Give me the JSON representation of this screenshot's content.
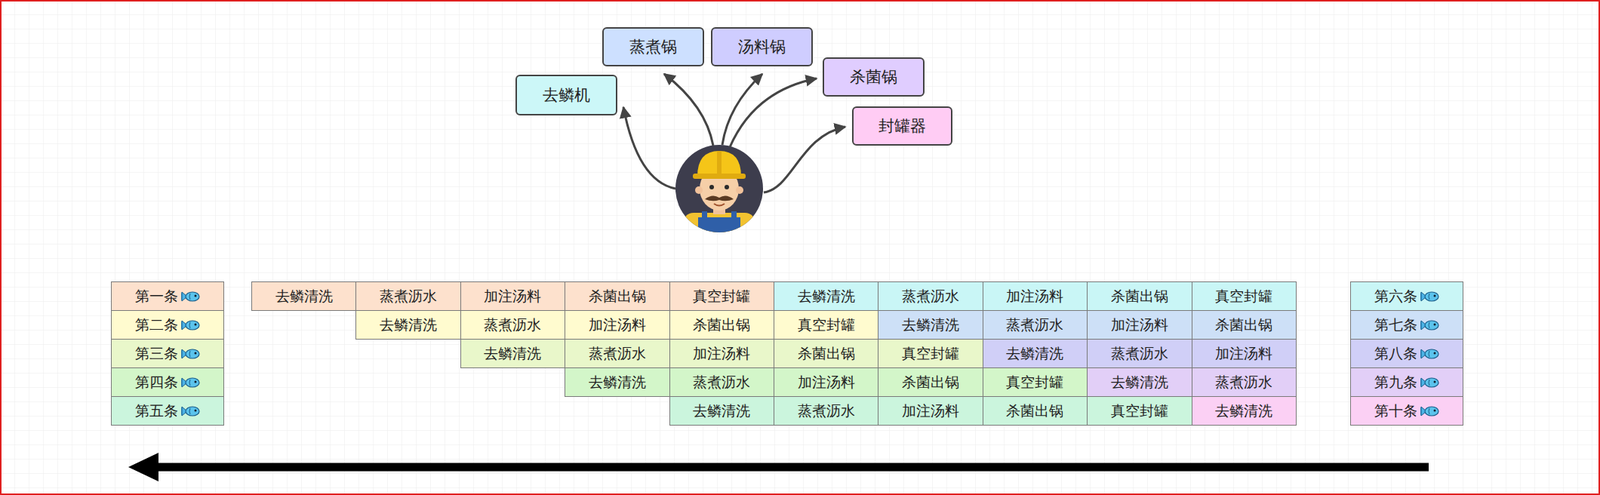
{
  "diagram": {
    "nodes": [
      {
        "text": [
          "去鳞机"
        ]
      },
      {
        "text": [
          "蒸煮锅"
        ]
      },
      {
        "text": [
          "汤料锅"
        ]
      },
      {
        "text": [
          "杀菌锅"
        ]
      },
      {
        "text": [
          "封罐器"
        ]
      },
      {
        "text": [
          "第一条"
        ]
      },
      {
        "text": [
          "去鳞清洗"
        ]
      },
      {
        "text": [
          "蒸煮沥水"
        ]
      },
      {
        "text": [
          "加注汤料"
        ]
      },
      {
        "text": [
          "杀菌出锅"
        ]
      },
      {
        "text": [
          "真空封罐"
        ]
      },
      {
        "text": [
          "去鳞清洗"
        ]
      },
      {
        "text": [
          "蒸煮沥水"
        ]
      },
      {
        "text": [
          "加注汤料"
        ]
      },
      {
        "text": [
          "杀菌出锅"
        ]
      },
      {
        "text": [
          "真空封罐"
        ]
      },
      {
        "text": [
          "第六条"
        ]
      },
      {
        "text": [
          "第二条"
        ]
      },
      {
        "text": [
          "去鳞清洗"
        ]
      },
      {
        "text": [
          "蒸煮沥水"
        ]
      },
      {
        "text": [
          "加注汤料"
        ]
      },
      {
        "text": [
          "杀菌出锅"
        ]
      },
      {
        "text": [
          "真空封罐"
        ]
      },
      {
        "text": [
          "去鳞清洗"
        ]
      },
      {
        "text": [
          "蒸煮沥水"
        ]
      },
      {
        "text": [
          "加注汤料"
        ]
      },
      {
        "text": [
          "杀菌出锅"
        ]
      },
      {
        "text": [
          "第七条"
        ]
      },
      {
        "text": [
          "第三条"
        ]
      },
      {
        "text": [
          "去鳞清洗"
        ]
      },
      {
        "text": [
          "蒸煮沥水"
        ]
      },
      {
        "text": [
          "加注汤料"
        ]
      },
      {
        "text": [
          "杀菌出锅"
        ]
      },
      {
        "text": [
          "真空封罐"
        ]
      },
      {
        "text": [
          "去鳞清洗"
        ]
      },
      {
        "text": [
          "蒸煮沥水"
        ]
      },
      {
        "text": [
          "加注汤料"
        ]
      },
      {
        "text": [
          "第八条"
        ]
      },
      {
        "text": [
          "第四条"
        ]
      },
      {
        "text": [
          "去鳞清洗"
        ]
      },
      {
        "text": [
          "蒸煮沥水"
        ]
      },
      {
        "text": [
          "加注汤料"
        ]
      },
      {
        "text": [
          "杀菌出锅"
        ]
      },
      {
        "text": [
          "真空封罐"
        ]
      },
      {
        "text": [
          "去鳞清洗"
        ]
      },
      {
        "text": [
          "蒸煮沥水"
        ]
      },
      {
        "text": [
          "第九条"
        ]
      },
      {
        "text": [
          "第五条"
        ]
      },
      {
        "text": [
          "去鳞清洗"
        ]
      },
      {
        "text": [
          "蒸煮沥水"
        ]
      },
      {
        "text": [
          "加注汤料"
        ]
      },
      {
        "text": [
          "杀菌出锅"
        ]
      },
      {
        "text": [
          "真空封罐"
        ]
      },
      {
        "text": [
          "去鳞清洗"
        ]
      },
      {
        "text": [
          "第十条"
        ]
      }
    ]
  }
}
